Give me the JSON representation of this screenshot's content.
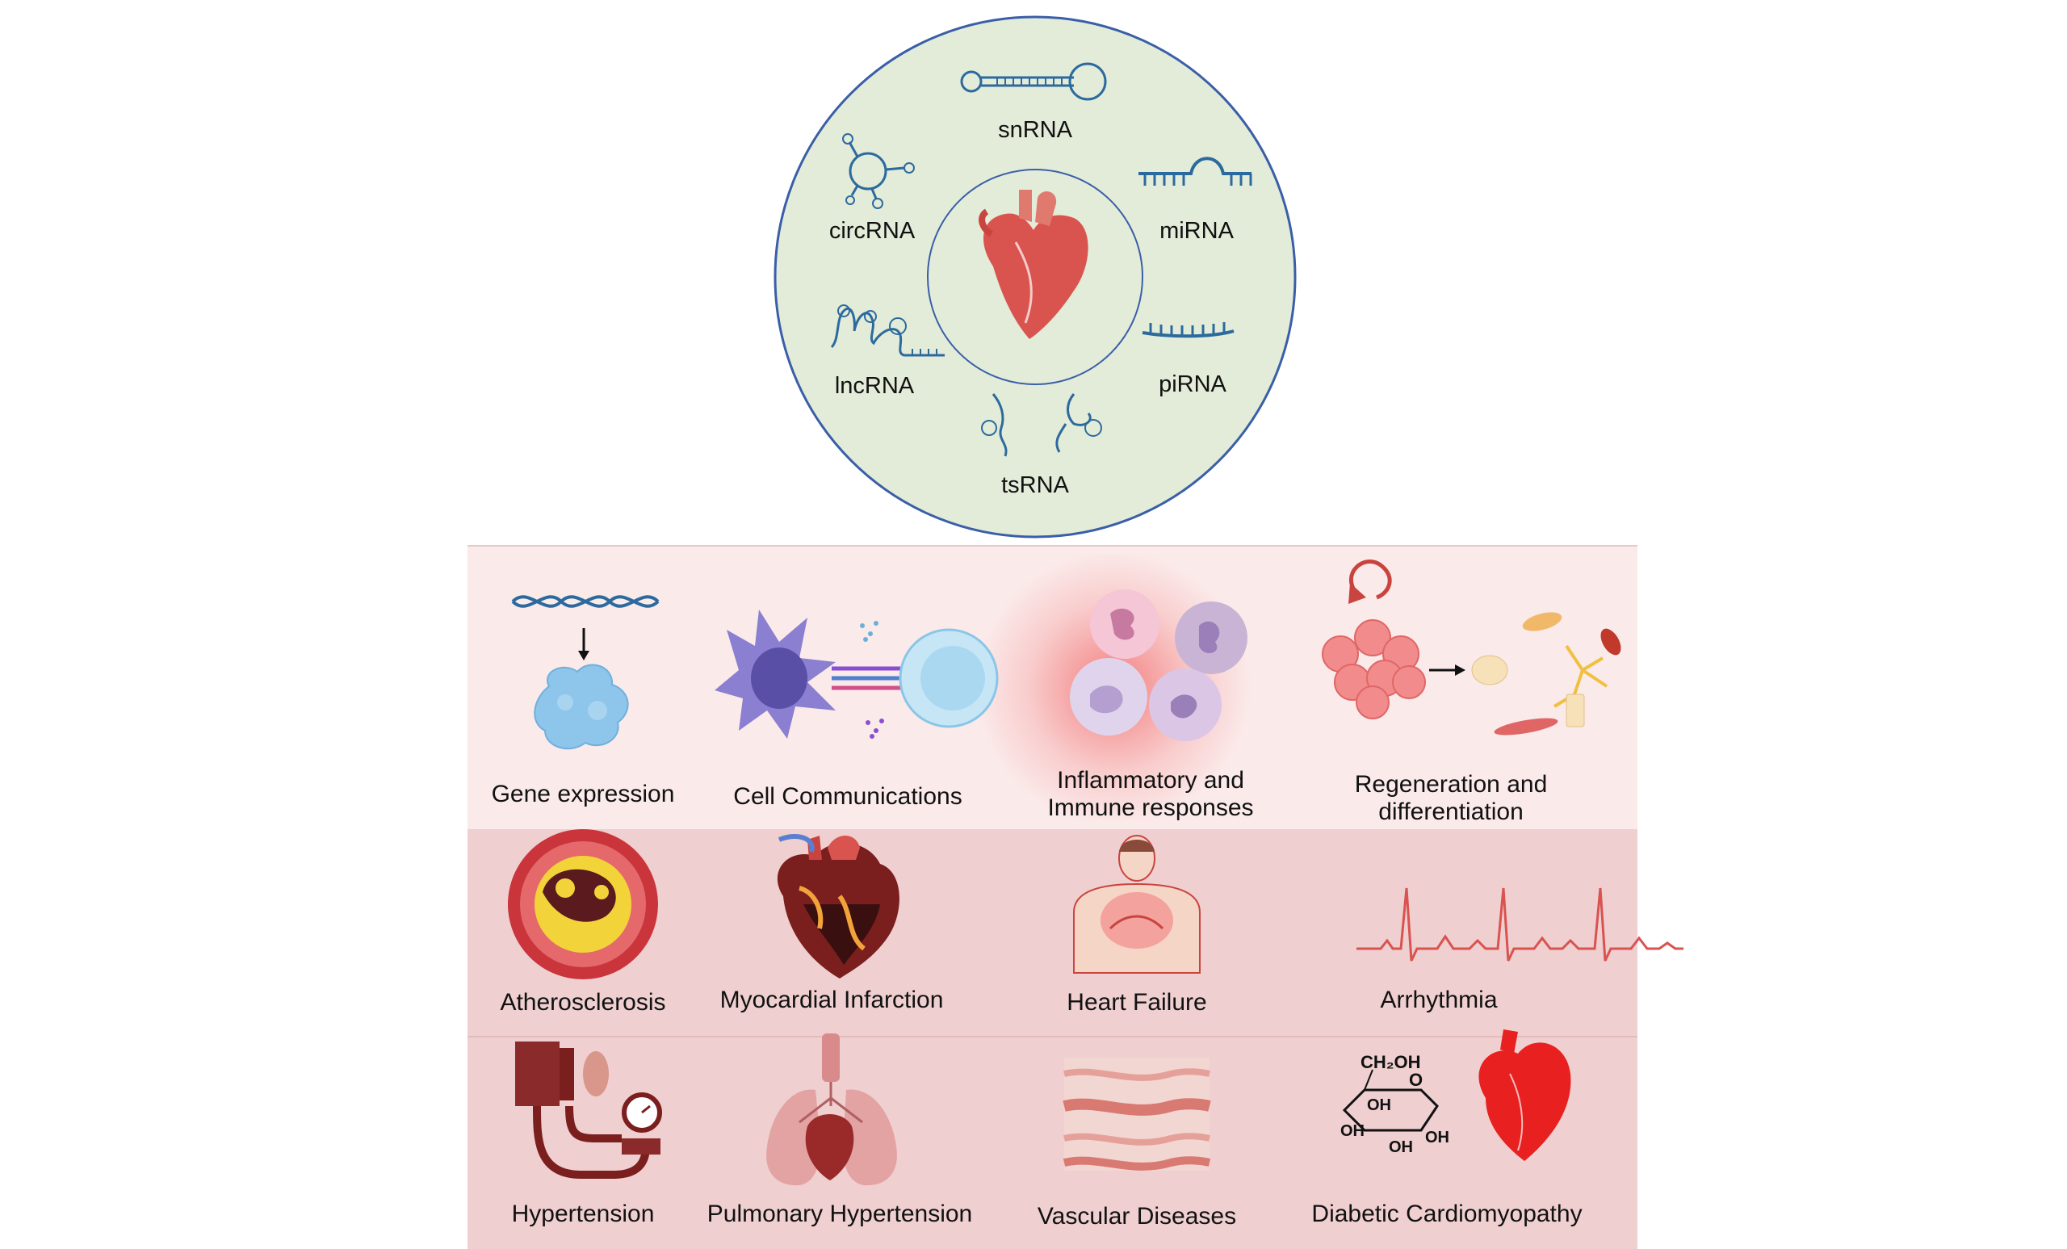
{
  "rna_circle": {
    "labels": {
      "snrna": "snRNA",
      "circrna": "circRNA",
      "mirna": "miRNA",
      "lncrna": "lncRNA",
      "pirna": "piRNA",
      "tsrna": "tsRNA"
    }
  },
  "functions": [
    {
      "label_lines": [
        "Gene expression"
      ]
    },
    {
      "label_lines": [
        "Cell Communications"
      ]
    },
    {
      "label_lines": [
        "Inflammatory and",
        "Immune responses"
      ]
    },
    {
      "label_lines": [
        "Regeneration and",
        "differentiation"
      ]
    }
  ],
  "diseases_row1": [
    {
      "label": "Atherosclerosis"
    },
    {
      "label": "Myocardial Infarction"
    },
    {
      "label": "Heart Failure"
    },
    {
      "label": "Arrhythmia"
    }
  ],
  "diseases_row2": [
    {
      "label": "Hypertension"
    },
    {
      "label": "Pulmonary Hypertension"
    },
    {
      "label": "Vascular Diseases"
    },
    {
      "label": "Diabetic Cardiomyopathy"
    }
  ],
  "glucose_labels": {
    "ch2oh": "CH₂OH",
    "o": "O",
    "oh": "OH"
  },
  "colors": {
    "circle_fill": "#e3ecd9",
    "circle_stroke": "#3a5fa8",
    "rna_icon": "#2c6a9e",
    "heart": "#d9534f",
    "function_bg": "#fbeaea",
    "disease_bg": "#efcfd0"
  }
}
